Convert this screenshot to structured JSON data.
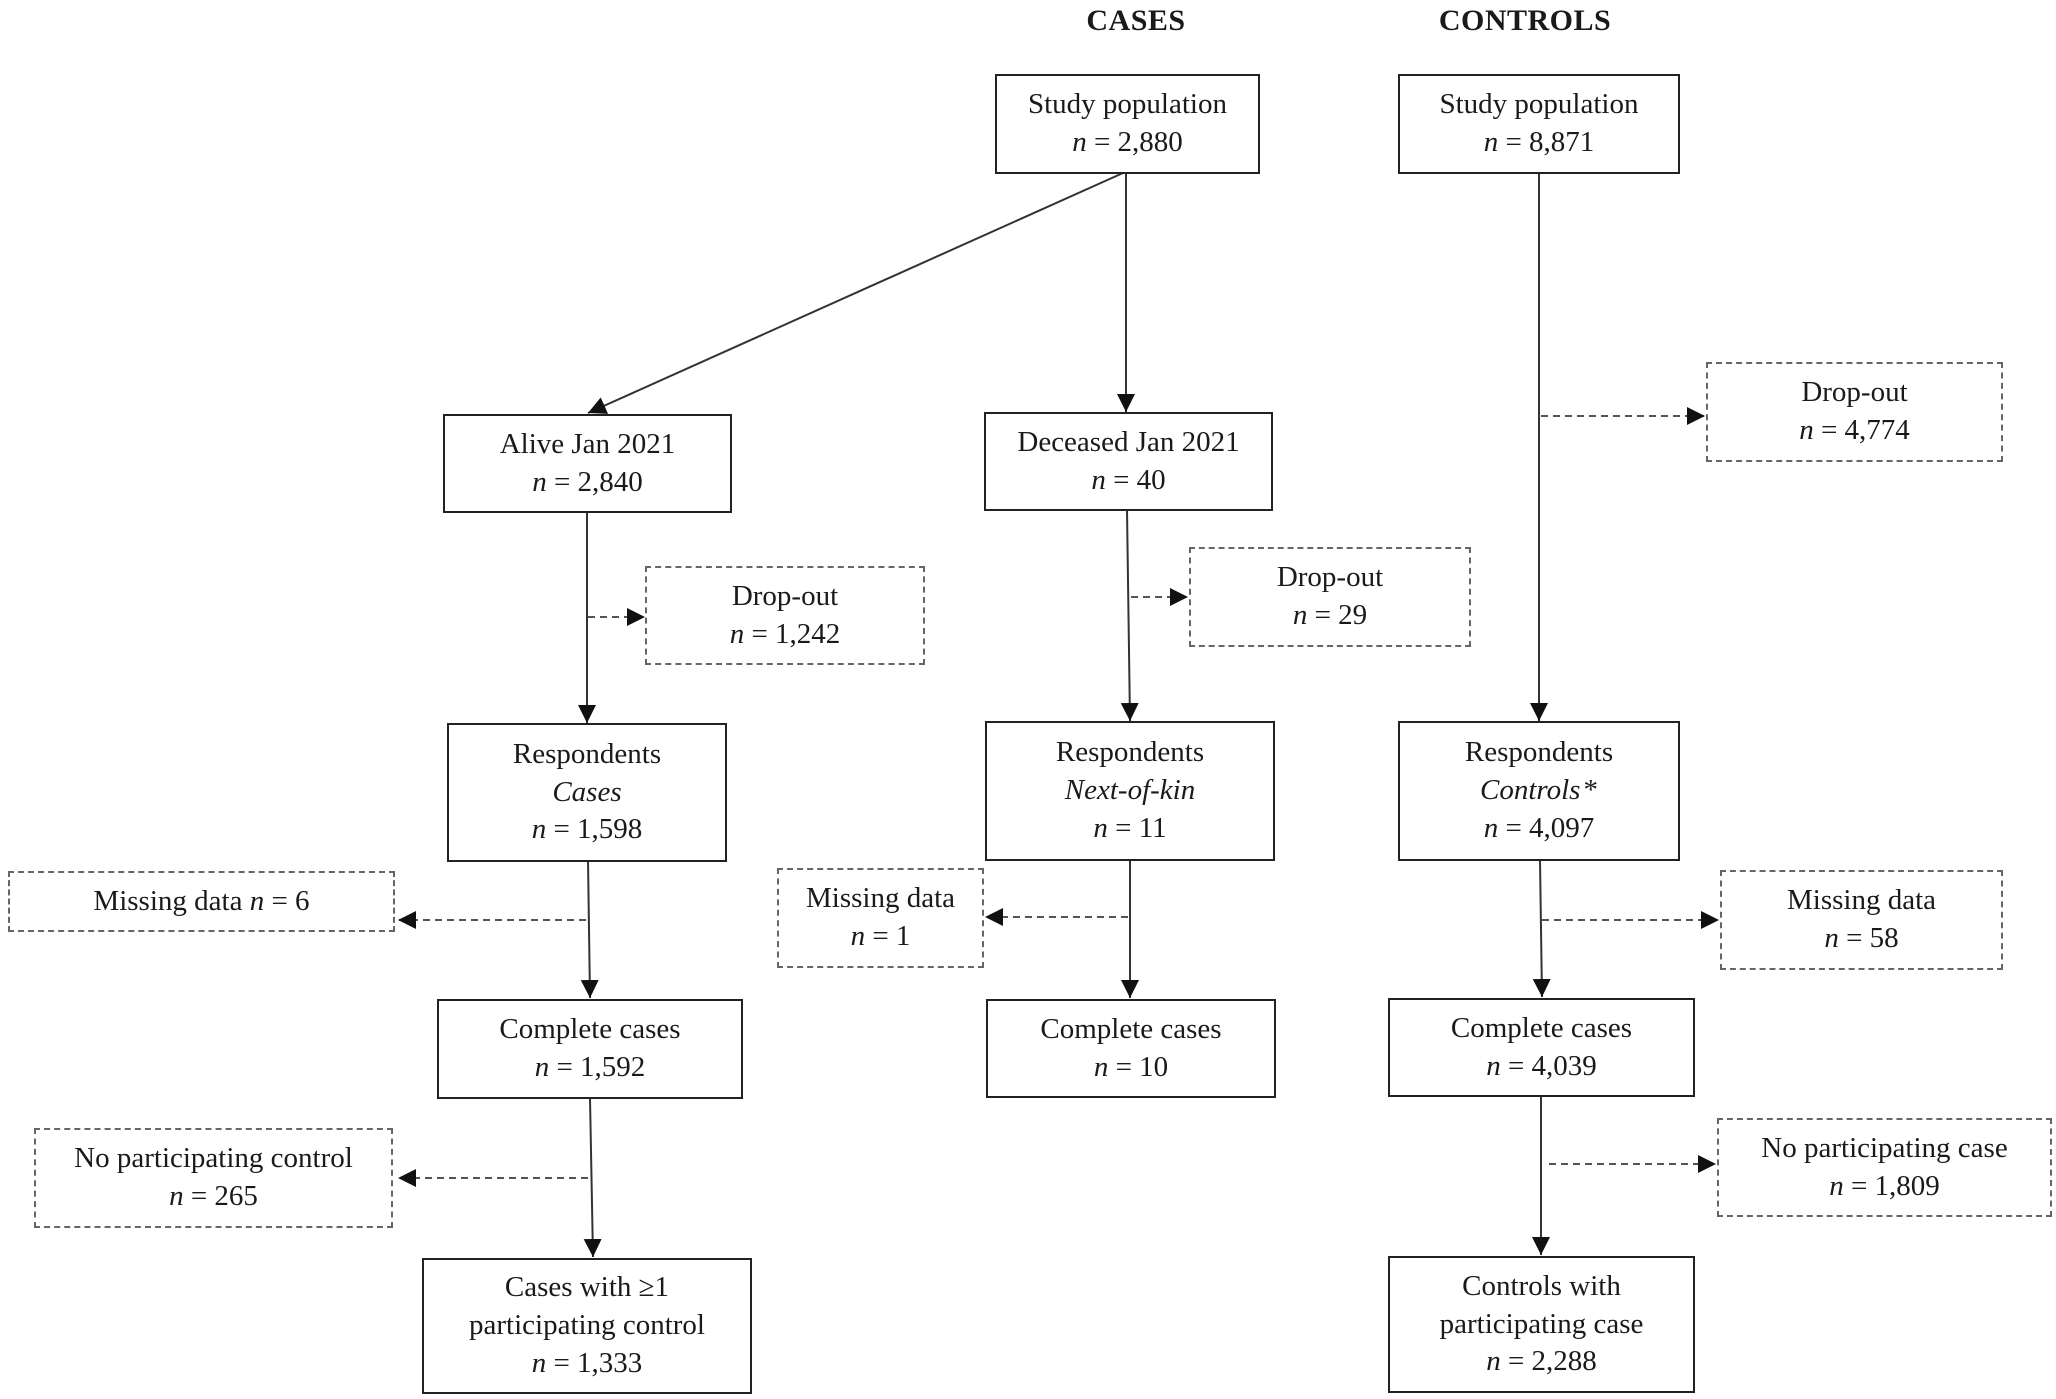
{
  "headers": {
    "cases": "CASES",
    "controls": "CONTROLS"
  },
  "n_prefix": "n",
  "cases": {
    "study_population": {
      "label": "Study population",
      "value": "= 2,880"
    },
    "alive": {
      "label": "Alive Jan 2021",
      "value": "= 2,840"
    },
    "alive_dropout": {
      "label": "Drop-out",
      "value": "= 1,242"
    },
    "alive_respondents": {
      "label": "Respondents",
      "sublabel": "Cases",
      "value": "= 1,598"
    },
    "alive_missing": {
      "label": "Missing data",
      "value": "= 6"
    },
    "alive_complete": {
      "label": "Complete cases",
      "value": "= 1,592"
    },
    "no_control": {
      "label": "No participating control",
      "value": "= 265"
    },
    "with_control": {
      "label_line1": "Cases with ≥1",
      "label_line2": "participating control",
      "value": "= 1,333"
    },
    "deceased": {
      "label": "Deceased Jan 2021",
      "value": "= 40"
    },
    "deceased_dropout": {
      "label": "Drop-out",
      "value": "= 29"
    },
    "deceased_respondents": {
      "label": "Respondents",
      "sublabel": "Next-of-kin",
      "value": "= 11"
    },
    "deceased_missing": {
      "label": "Missing data",
      "value": "= 1"
    },
    "deceased_complete": {
      "label": "Complete cases",
      "value": "= 10"
    }
  },
  "controls": {
    "study_population": {
      "label": "Study population",
      "value": "= 8,871"
    },
    "dropout": {
      "label": "Drop-out",
      "value": "= 4,774"
    },
    "respondents": {
      "label": "Respondents",
      "sublabel": "Controls",
      "footnote_mark": "*",
      "value": "= 4,097"
    },
    "missing": {
      "label": "Missing data",
      "value": "= 58"
    },
    "complete": {
      "label": "Complete cases",
      "value": "= 4,039"
    },
    "no_case": {
      "label": "No participating case",
      "value": "= 1,809"
    },
    "with_case": {
      "label_line1": "Controls with",
      "label_line2": "participating case",
      "value": "= 2,288"
    }
  }
}
